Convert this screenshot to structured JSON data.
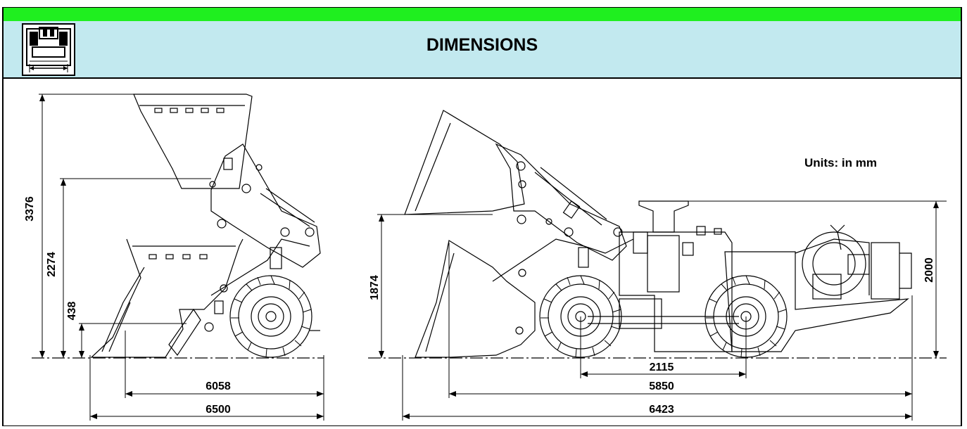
{
  "header": {
    "title": "DIMENSIONS",
    "logo_icon": "loader-dimensions-icon"
  },
  "units_label": "Units: in mm",
  "colors": {
    "top_band": "#1fef1f",
    "header_bg": "#c2e9ef",
    "line": "#000000"
  },
  "dimensions": {
    "left_view": {
      "height_max": "3376",
      "height_mid": "2274",
      "height_low": "438",
      "length_reach": "6058",
      "length_total": "6500"
    },
    "right_view": {
      "bucket_height": "1874",
      "machine_height": "2000",
      "wheelbase": "2115",
      "length_body": "5850",
      "length_total": "6423"
    }
  }
}
